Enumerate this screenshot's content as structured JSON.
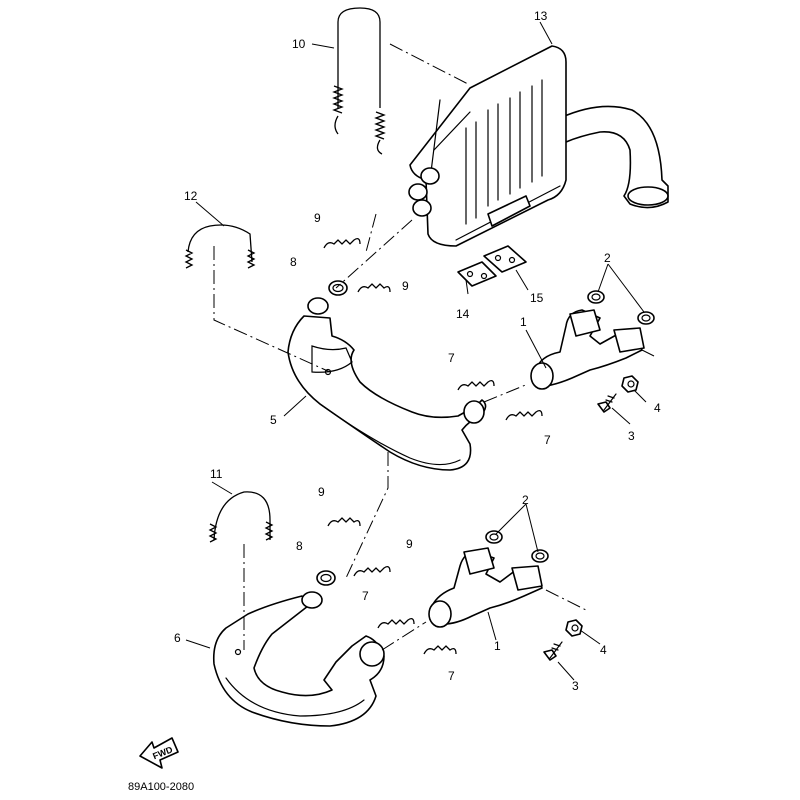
{
  "diagram_code": "89A100-2080",
  "fwd_label": "FWD",
  "callouts": {
    "c13": "13",
    "c10": "10",
    "c12": "12",
    "c9a": "9",
    "c8a": "8",
    "c9b": "9",
    "c2a": "2",
    "c15": "15",
    "c14": "14",
    "c1a": "1",
    "c7a": "7",
    "c4a": "4",
    "c3a": "3",
    "c5": "5",
    "c7b": "7",
    "c11": "11",
    "c9c": "9",
    "c2b": "2",
    "c8b": "8",
    "c9d": "9",
    "c7c": "7",
    "c1b": "1",
    "c4b": "4",
    "c6": "6",
    "c7d": "7",
    "c3b": "3"
  }
}
